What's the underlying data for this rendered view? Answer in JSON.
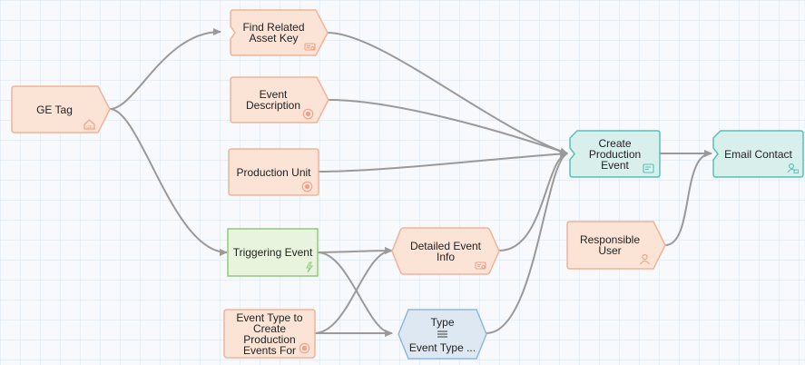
{
  "theme": {
    "source_fill": "#fbe3d5",
    "source_stroke": "#f0b399",
    "calc_fill": "#fbe3d5",
    "calc_stroke": "#f0b399",
    "trigger_fill": "#e9f4de",
    "trigger_stroke": "#93c97a",
    "action_fill": "#d8efeb",
    "action_stroke": "#55c2b8",
    "type_fill": "#dde8f2",
    "type_stroke": "#8fb8dd",
    "wire": "#9a9a9a",
    "icon_color": "#f0a185"
  },
  "nodes": {
    "ge_tag": {
      "label": "GE Tag",
      "icon": "ge-tag-icon"
    },
    "find_asset": {
      "label": "Find Related\nAsset Key",
      "icon": "query-icon"
    },
    "event_description": {
      "label": "Event\nDescription",
      "icon": "radio-icon"
    },
    "production_unit": {
      "label": "Production Unit",
      "icon": "radio-icon"
    },
    "triggering_event": {
      "label": "Triggering Event",
      "icon": "trigger-icon"
    },
    "event_type_to_create": {
      "label": "Event Type to\nCreate\nProduction\nEvents For",
      "icon": "radio-icon"
    },
    "detailed_event_info": {
      "label": "Detailed Event\nInfo",
      "icon": "query-icon"
    },
    "type_node": {
      "label": "Type",
      "sublabel": "Event Type ...",
      "icon": "equals-icon"
    },
    "create_production_event": {
      "label": "Create\nProduction\nEvent",
      "icon": "create-event-icon"
    },
    "responsible_user": {
      "label": "Responsible\nUser",
      "icon": "user-icon"
    },
    "email_contact": {
      "label": "Email Contact",
      "icon": "email-contact-icon"
    }
  }
}
